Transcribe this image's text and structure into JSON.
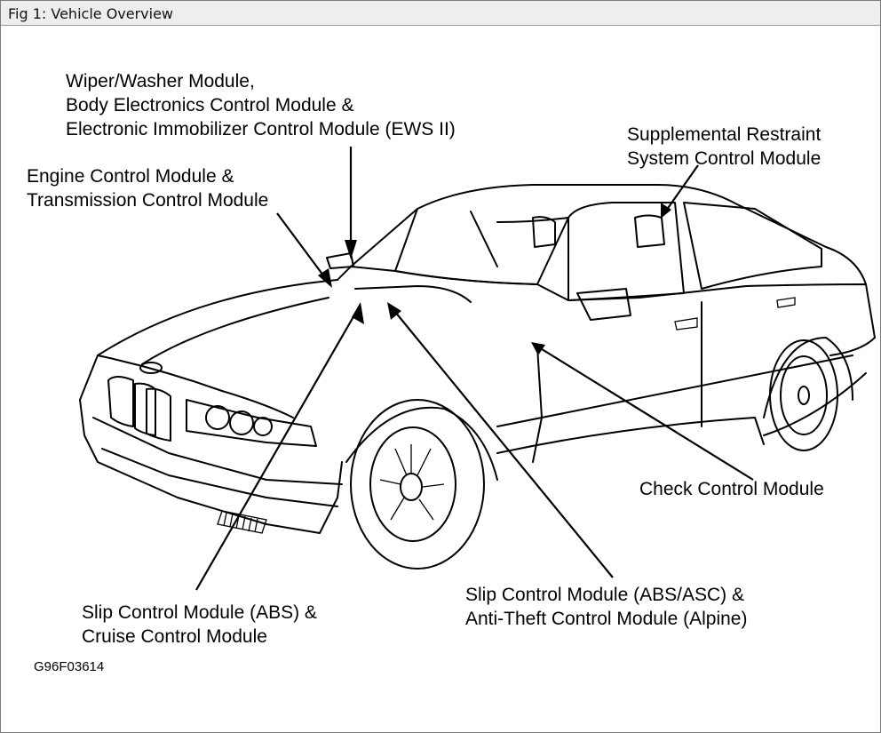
{
  "window": {
    "title": "Fig 1: Vehicle Overview"
  },
  "labels": {
    "wiper_line1": "Wiper/Washer Module,",
    "wiper_line2": "Body Electronics Control Module &",
    "wiper_line3": "Electronic Immobilizer Control Module (EWS II)",
    "engine_line1": "Engine Control Module &",
    "engine_line2": "Transmission Control Module",
    "srs_line1": "Supplemental Restraint",
    "srs_line2": "System Control Module",
    "check": "Check Control Module",
    "abs_line1": "Slip Control Module (ABS) &",
    "abs_line2": "Cruise Control Module",
    "asc_line1": "Slip Control Module (ABS/ASC) &",
    "asc_line2": "Anti-Theft Control Module (Alpine)"
  },
  "figure_code": "G96F03614"
}
